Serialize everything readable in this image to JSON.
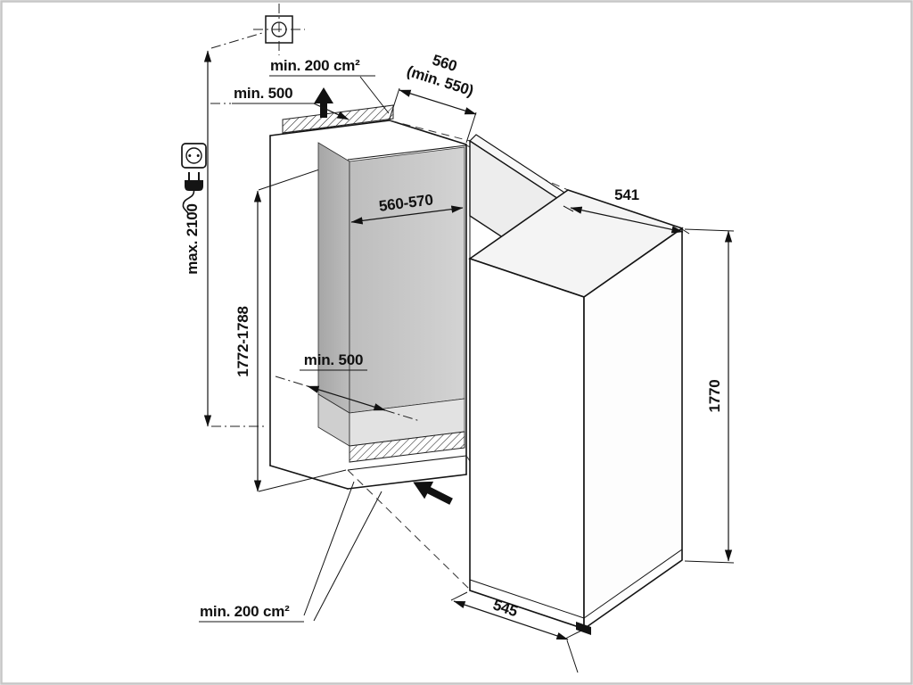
{
  "figure": {
    "type": "appliance-installation-dimension-diagram",
    "labels": {
      "vent_area_top": "min. 200 cm²",
      "clearance_top": "min. 500",
      "niche_depth": "560",
      "niche_depth_min": "(min. 550)",
      "niche_width": "560-570",
      "overall_max_height": "max. 2100",
      "niche_height": "1772-1788",
      "clearance_bottom_front": "min. 500",
      "vent_area_bottom": "min. 200 cm²",
      "appliance_width": "541",
      "appliance_height": "1770",
      "appliance_depth": "545"
    },
    "icons": {
      "crosshair": "alignment-crosshair-icon",
      "socket": "power-socket-icon",
      "plug": "power-plug-icon",
      "airflow_up": "airflow-up-arrow",
      "airflow_in": "airflow-inlet-arrow"
    },
    "colors": {
      "line": "#141414",
      "niche_side_wall": "#b0b0b0",
      "niche_back_wall": "#c9c9c9",
      "niche_floor": "#e2e2e2",
      "door_panel": "#ededed"
    }
  }
}
